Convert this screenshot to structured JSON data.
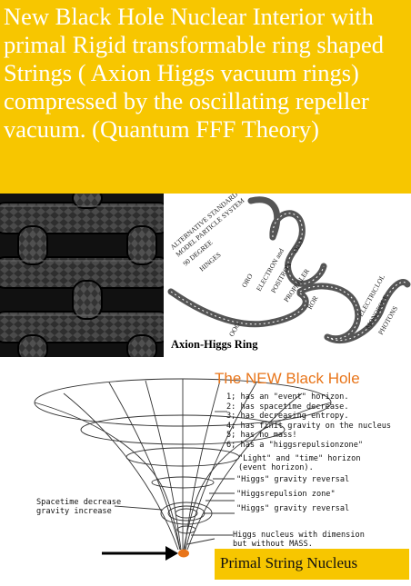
{
  "banner": {
    "title": "New Black Hole Nuclear Interior with primal Rigid transformable ring shaped Strings ( Axion Higgs vacuum rings) compressed by the oscillating repeller vacuum. (Quantum FFF Theory)",
    "background": "#f7c600",
    "text_color": "#ffffff"
  },
  "tires_photo": {
    "icon": "tire-weave-photo"
  },
  "ring_diagram": {
    "labels": {
      "alternative": "ALTERNATIVE STANDARD",
      "model": "MODEL PARTICLE SYSTEM",
      "degree": "90 DEGREE",
      "hinges": "HINGES",
      "oro": "ORO",
      "olo": "OLO",
      "electron_and": "ELECTRON and",
      "positron": "POSITRON",
      "propeller": "PROPELLER",
      "ooo": "OOO",
      "ror": "ROR",
      "lol": "LOL",
      "electric": "ELECTRIC",
      "monopole": "MONOPOLE",
      "photons": "PHOTONS"
    },
    "caption": "Axion-Higgs Ring"
  },
  "black_hole": {
    "title": "The NEW Black Hole",
    "title_color": "#e8751a",
    "properties": [
      "1; has an \"event\" horizon.",
      "2: has spacetime decrease.",
      "3; has decreasing entropy.",
      "4; has finit gravity on the nucleus",
      "5; has no mass!",
      "6; has a \"higgsrepulsionzone\""
    ],
    "horizon_label": "\"Light\" and \"time\" horizon",
    "event_label": "(event horizon).",
    "gravity_reversal_1": "\"Higgs\" gravity reversal",
    "repulsion_zone": "\"Higgsrepulsion zone\"",
    "gravity_reversal_2": "\"Higgs\" gravity reversal",
    "spacetime_decrease": "Spacetime decrease",
    "gravity_increase": "gravity increase",
    "nucleus_dimension": "Higgs nucleus with dimension",
    "without_mass": "but without MASS.",
    "nucleus_color": "#e8751a",
    "arrow_icon": "right-arrow-icon"
  },
  "nucleus_box": {
    "label": "Primal String Nucleus",
    "background": "#f7c600"
  }
}
